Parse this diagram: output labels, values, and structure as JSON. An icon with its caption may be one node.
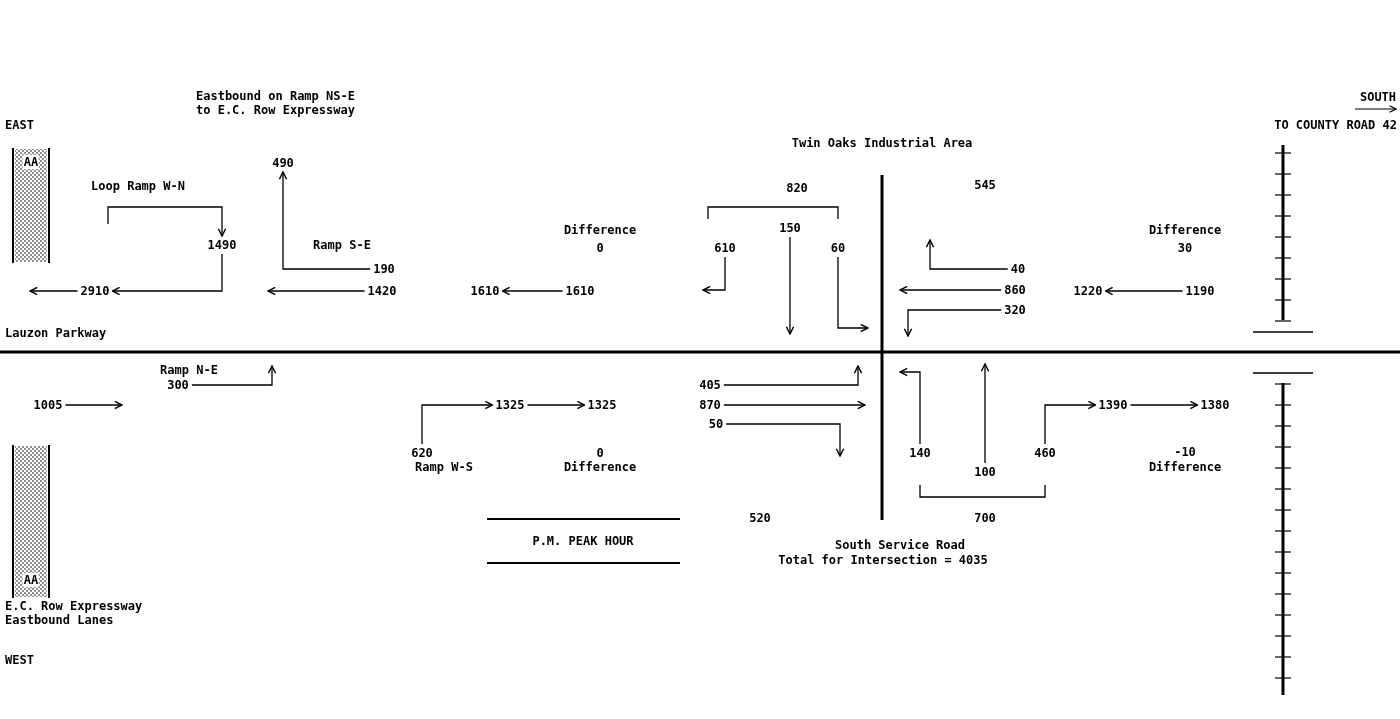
{
  "diagram": {
    "nodes": [
      {
        "text": [
          "490"
        ]
      },
      {
        "text": [
          "1490"
        ]
      },
      {
        "text": [
          "190"
        ]
      },
      {
        "text": [
          "2910"
        ]
      },
      {
        "text": [
          "1420"
        ]
      },
      {
        "text": [
          "1610"
        ]
      },
      {
        "text": [
          "1610"
        ]
      },
      {
        "text": [
          "610"
        ]
      },
      {
        "text": [
          "150"
        ]
      },
      {
        "text": [
          "60"
        ]
      },
      {
        "text": [
          "40"
        ]
      },
      {
        "text": [
          "860"
        ]
      },
      {
        "text": [
          "320"
        ]
      },
      {
        "text": [
          "1220"
        ]
      },
      {
        "text": [
          "1190"
        ]
      },
      {
        "text": [
          "300"
        ]
      },
      {
        "text": [
          "1005"
        ]
      },
      {
        "text": [
          "620"
        ]
      },
      {
        "text": [
          "1325"
        ]
      },
      {
        "text": [
          "1325"
        ]
      },
      {
        "text": [
          "405"
        ]
      },
      {
        "text": [
          "870"
        ]
      },
      {
        "text": [
          "50"
        ]
      },
      {
        "text": [
          "140"
        ]
      },
      {
        "text": [
          "100"
        ]
      },
      {
        "text": [
          "460"
        ]
      },
      {
        "text": [
          "1390"
        ]
      },
      {
        "text": [
          "1380"
        ]
      }
    ],
    "edges": [
      {
        "from": null,
        "to": 1,
        "arrow": "to"
      },
      {
        "from": 1,
        "to": 3,
        "arrow": "to"
      },
      {
        "from": 2,
        "to": 0,
        "arrow": "to"
      },
      {
        "from": 3,
        "to": null,
        "arrow": "to"
      },
      {
        "from": 4,
        "to": null,
        "arrow": "to"
      },
      {
        "from": 6,
        "to": 5,
        "arrow": "to"
      },
      {
        "from": 7,
        "to": null,
        "arrow": "to"
      },
      {
        "from": 8,
        "to": null,
        "arrow": "to"
      },
      {
        "from": 9,
        "to": null,
        "arrow": "to"
      },
      {
        "from": 10,
        "to": null,
        "arrow": "to"
      },
      {
        "from": 11,
        "to": null,
        "arrow": "to"
      },
      {
        "from": 12,
        "to": null,
        "arrow": "to"
      },
      {
        "from": 14,
        "to": 13,
        "arrow": "to"
      },
      {
        "from": 15,
        "to": null,
        "arrow": "to"
      },
      {
        "from": 16,
        "to": null,
        "arrow": "to"
      },
      {
        "from": 17,
        "to": 18,
        "arrow": "to"
      },
      {
        "from": 18,
        "to": 19,
        "arrow": "to"
      },
      {
        "from": 20,
        "to": null,
        "arrow": "to"
      },
      {
        "from": 21,
        "to": null,
        "arrow": "to"
      },
      {
        "from": 22,
        "to": null,
        "arrow": "to"
      },
      {
        "from": 23,
        "to": null,
        "arrow": "to"
      },
      {
        "from": 24,
        "to": null,
        "arrow": "to"
      },
      {
        "from": 25,
        "to": 26,
        "arrow": "to"
      },
      {
        "from": 26,
        "to": 27,
        "arrow": "to"
      }
    ],
    "labels": [
      "Eastbound on Ramp NS-E to E.C. Row Expressway",
      "SOUTH",
      "EAST",
      "TO COUNTY ROAD 42",
      "AA",
      "Twin Oaks Industrial Area",
      "Loop Ramp W-N",
      "820",
      "545",
      "Difference",
      "Difference",
      "Ramp S-E",
      "0",
      "30",
      "Lauzon Parkway",
      "Ramp N-E",
      "0",
      "-10",
      "Ramp W-S",
      "Difference",
      "Difference",
      "520",
      "700",
      "P.M. PEAK HOUR",
      "South Service Road",
      "Total for Intersection = 4035",
      "AA",
      "E.C. Row Expressway Eastbound Lanes",
      "WEST"
    ]
  }
}
